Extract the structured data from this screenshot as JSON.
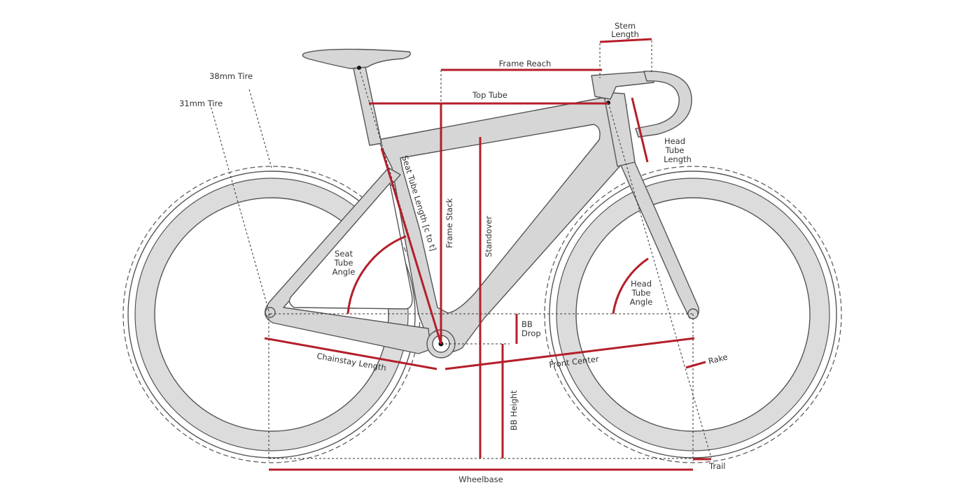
{
  "labels": {
    "stem_length_line1": "Stem",
    "stem_length_line2": "Length",
    "frame_reach": "Frame Reach",
    "top_tube": "Top Tube",
    "tire_38": "38mm Tire",
    "tire_31": "31mm Tire",
    "head_tube_length_line1": "Head",
    "head_tube_length_line2": "Tube",
    "head_tube_length_line3": "Length",
    "seat_tube_length": "Seat Tube Length [c to t]",
    "frame_stack": "Frame Stack",
    "standover": "Standover",
    "seat_tube_angle_line1": "Seat",
    "seat_tube_angle_line2": "Tube",
    "seat_tube_angle_line3": "Angle",
    "head_tube_angle_line1": "Head",
    "head_tube_angle_line2": "Tube",
    "head_tube_angle_line3": "Angle",
    "bb_drop_line1": "BB",
    "bb_drop_line2": "Drop",
    "chainstay_length": "Chainstay Length",
    "front_center": "Front Center",
    "rake": "Rake",
    "bb_height": "BB Height",
    "trail": "Trail",
    "wheelbase": "Wheelbase"
  },
  "colors": {
    "measure_red": "#b41f2a",
    "frame_gray": "#d6d6d6",
    "outline": "#555555",
    "text": "#333333"
  }
}
